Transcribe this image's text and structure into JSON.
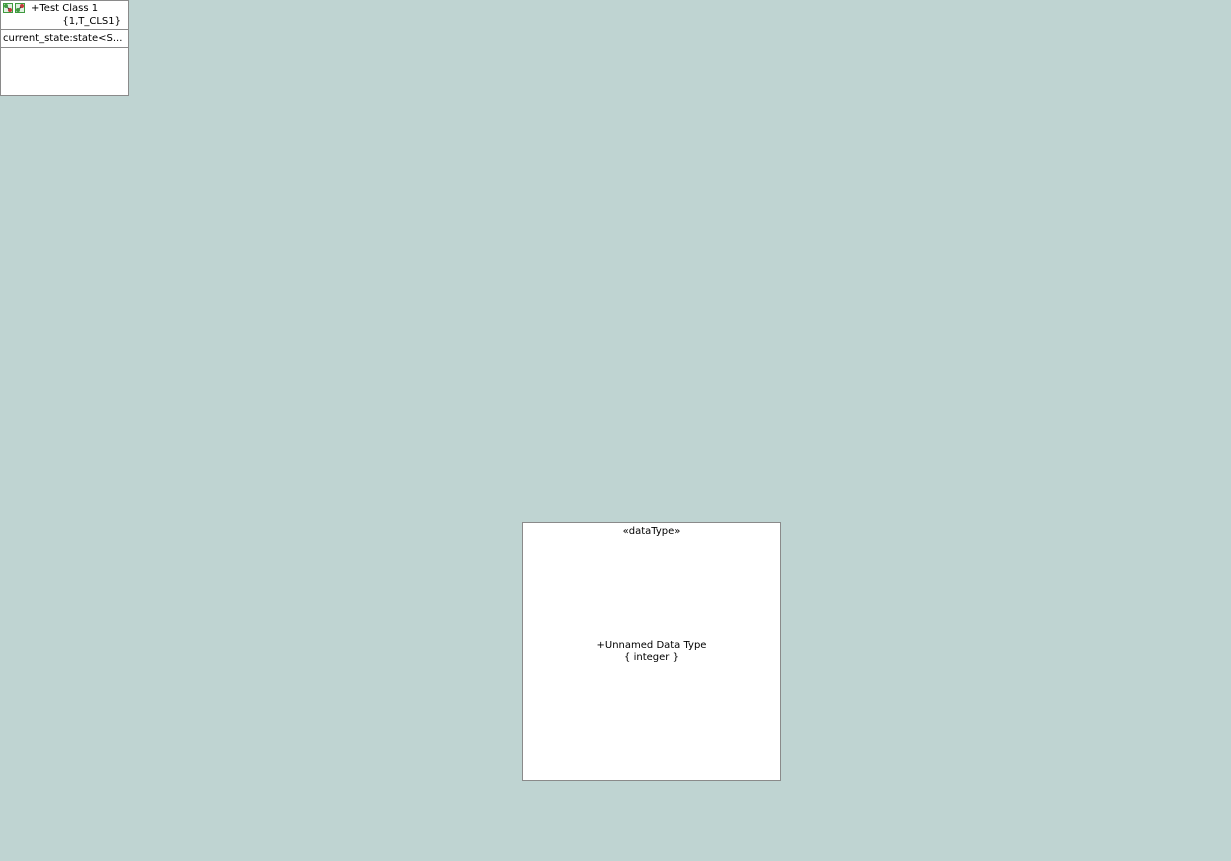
{
  "diagram": {
    "class_shape": {
      "name": "+Test Class 1",
      "key_letters": "{1,T_CLS1}",
      "attributes": [
        "current_state:state<S..."
      ],
      "icons": [
        "class-state-machine-icon",
        "instance-state-machine-icon"
      ]
    },
    "data_type_shape": {
      "stereotype": "«dataType»",
      "name": "+Unnamed Data Type",
      "core_type": "{ integer }"
    },
    "colors": {
      "canvas_background": "#bfd4d2",
      "shape_fill": "#ffffff",
      "shape_border": "#8a8a8a",
      "icon_green": "#3f9a3f",
      "icon_red": "#c43a3a"
    }
  }
}
